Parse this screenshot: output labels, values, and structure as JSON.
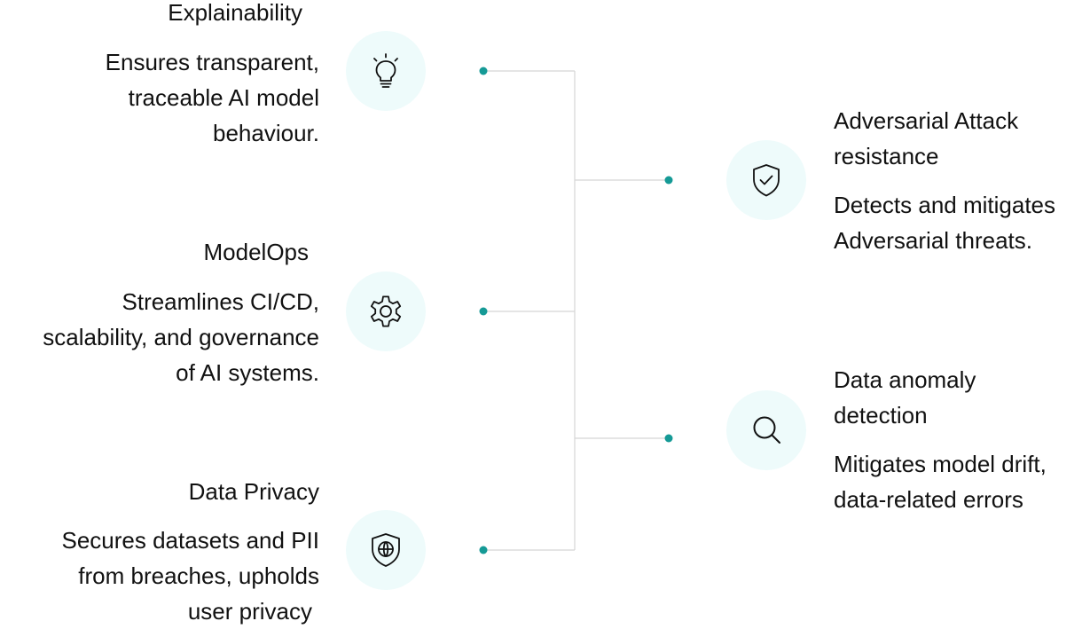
{
  "colors": {
    "accent_dot": "#159a96",
    "connector_line": "#d5d5d5",
    "icon_bg": "#eefbfb",
    "icon_stroke": "#111111",
    "text": "#111111"
  },
  "left_items": [
    {
      "title": "Explainability",
      "description_lines": [
        "Ensures transparent,",
        "traceable AI model",
        "behaviour."
      ],
      "icon": "lightbulb-icon"
    },
    {
      "title": "ModelOps",
      "description_lines": [
        "Streamlines CI/CD,",
        "scalability, and governance",
        "of AI systems."
      ],
      "icon": "gear-icon"
    },
    {
      "title": "Data Privacy",
      "description_lines": [
        "Secures datasets and PII",
        "from breaches, upholds",
        "user privacy"
      ],
      "icon": "globe-shield-icon"
    }
  ],
  "right_items": [
    {
      "title_lines": [
        "Adversarial Attack",
        "resistance"
      ],
      "description_lines": [
        "Detects and mitigates",
        "Adversarial threats."
      ],
      "icon": "shield-check-icon"
    },
    {
      "title_lines": [
        "Data anomaly",
        "detection"
      ],
      "description_lines": [
        "Mitigates model drift,",
        "data-related errors"
      ],
      "icon": "magnifier-icon"
    }
  ]
}
